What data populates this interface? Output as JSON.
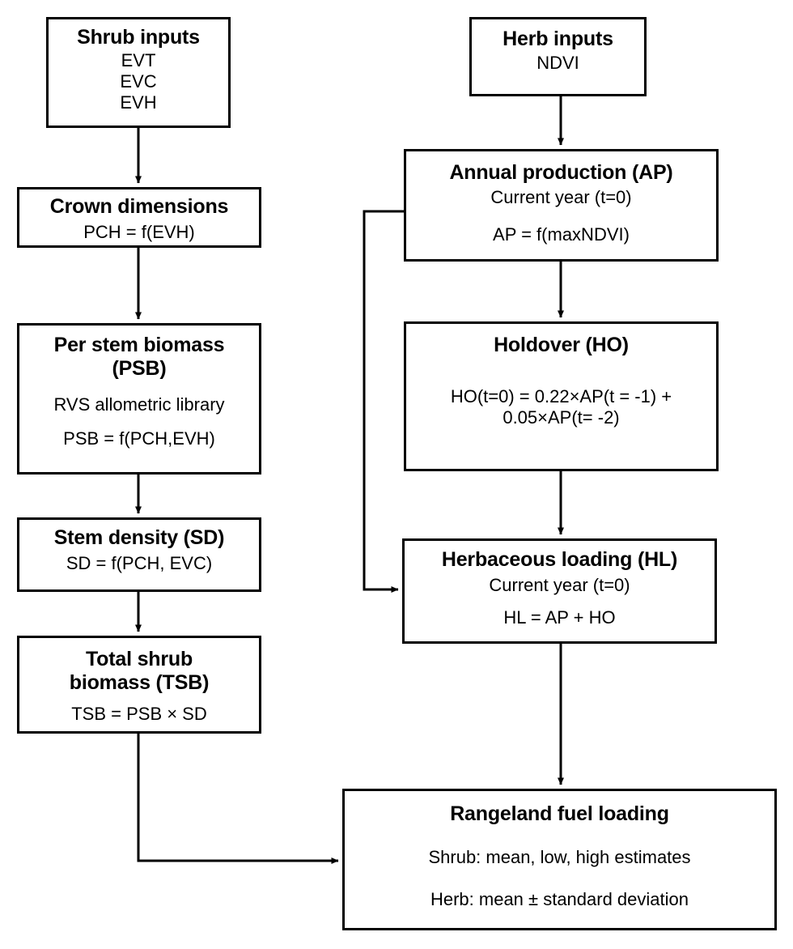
{
  "diagram": {
    "title": "Rangeland fuel loading model flowchart",
    "stroke_color": "#000000",
    "background_color": "#ffffff",
    "nodes": {
      "shrub_inputs": {
        "title": "Shrub inputs",
        "lines": "EVT\nEVC\nEVH"
      },
      "crown_dimensions": {
        "title": "Crown dimensions",
        "formula": "PCH = f(EVH)"
      },
      "per_stem_biomass": {
        "title": "Per stem biomass\n(PSB)",
        "note": "RVS allometric library",
        "formula": "PSB = f(PCH,EVH)"
      },
      "stem_density": {
        "title": "Stem density (SD)",
        "formula": "SD = f(PCH, EVC)"
      },
      "total_shrub_biomass": {
        "title": "Total shrub\nbiomass (TSB)",
        "formula": "TSB = PSB × SD"
      },
      "herb_inputs": {
        "title": "Herb inputs",
        "lines": "NDVI"
      },
      "annual_production": {
        "title": "Annual production (AP)",
        "note": "Current year (t=0)",
        "formula": "AP = f(maxNDVI)"
      },
      "holdover": {
        "title": "Holdover (HO)",
        "formula": "HO(t=0) = 0.22×AP(t = -1) +\n0.05×AP(t= -2)"
      },
      "herbaceous_loading": {
        "title": "Herbaceous loading (HL)",
        "note": "Current year (t=0)",
        "formula": "HL = AP + HO"
      },
      "rangeland_fuel_loading": {
        "title": "Rangeland fuel loading",
        "shrub_line": "Shrub: mean, low, high estimates",
        "herb_line": "Herb: mean ± standard deviation"
      }
    },
    "edges": [
      {
        "name": "shrub-inputs-to-crown-dimensions",
        "from": "shrub_inputs",
        "to": "crown_dimensions",
        "arrow": true
      },
      {
        "name": "crown-dimensions-to-per-stem-biomass",
        "from": "crown_dimensions",
        "to": "per_stem_biomass",
        "arrow": true
      },
      {
        "name": "per-stem-biomass-to-stem-density",
        "from": "per_stem_biomass",
        "to": "stem_density",
        "arrow": true
      },
      {
        "name": "stem-density-to-total-shrub-biomass",
        "from": "stem_density",
        "to": "total_shrub_biomass",
        "arrow": true
      },
      {
        "name": "total-shrub-biomass-to-rangeland-fuel-loading",
        "from": "total_shrub_biomass",
        "to": "rangeland_fuel_loading",
        "arrow": true
      },
      {
        "name": "herb-inputs-to-annual-production",
        "from": "herb_inputs",
        "to": "annual_production",
        "arrow": true
      },
      {
        "name": "annual-production-to-holdover",
        "from": "annual_production",
        "to": "holdover",
        "arrow": true
      },
      {
        "name": "holdover-to-herbaceous-loading",
        "from": "holdover",
        "to": "herbaceous_loading",
        "arrow": true
      },
      {
        "name": "annual-production-to-herbaceous-loading",
        "from": "annual_production",
        "to": "herbaceous_loading",
        "arrow": true
      },
      {
        "name": "herbaceous-loading-to-rangeland-fuel-loading",
        "from": "herbaceous_loading",
        "to": "rangeland_fuel_loading",
        "arrow": true
      }
    ]
  }
}
